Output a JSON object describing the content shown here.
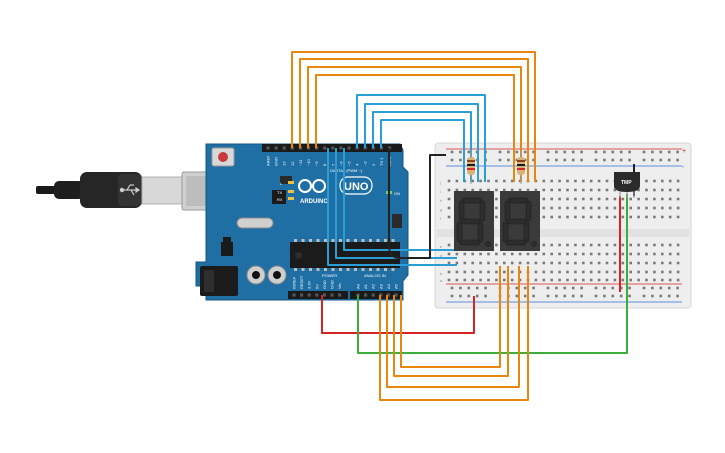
{
  "board": {
    "brand": "ARDUINO",
    "model": "UNO",
    "digital_label": "DIGITAL (PWM ~)",
    "power_label": "POWER",
    "analog_label": "ANALOG IN",
    "on_label": "ON",
    "tx_label": "TX",
    "rx_label": "RX",
    "l_label": "L",
    "digital_pins": [
      "AREF",
      "GND",
      "13",
      "12",
      "~11",
      "~10",
      "~9",
      "8",
      "7",
      "~6",
      "~5",
      "4",
      "~3",
      "2",
      "TX 1",
      "RX 0"
    ],
    "power_pins": [
      "IOREF",
      "RESET",
      "3.3V",
      "5V",
      "GND",
      "GND",
      "Vin"
    ],
    "analog_pins": [
      "A0",
      "A1",
      "A2",
      "A3",
      "A4",
      "A5"
    ]
  },
  "sensor": {
    "label": "TMP"
  },
  "breadboard": {
    "row_letters_top": [
      "j",
      "i",
      "h",
      "g",
      "f"
    ],
    "row_letters_bottom": [
      "e",
      "d",
      "c",
      "b",
      "a"
    ],
    "rail_plus": "+",
    "rail_minus": "-"
  },
  "colors": {
    "board_blue": "#1f6fa5",
    "wire_orange": "#e8870f",
    "wire_blue": "#2a9fd6",
    "wire_red": "#d42424",
    "wire_green": "#3cae3c",
    "wire_black": "#222222",
    "breadboard": "#eeeeee",
    "display_body": "#3a3a3a"
  }
}
